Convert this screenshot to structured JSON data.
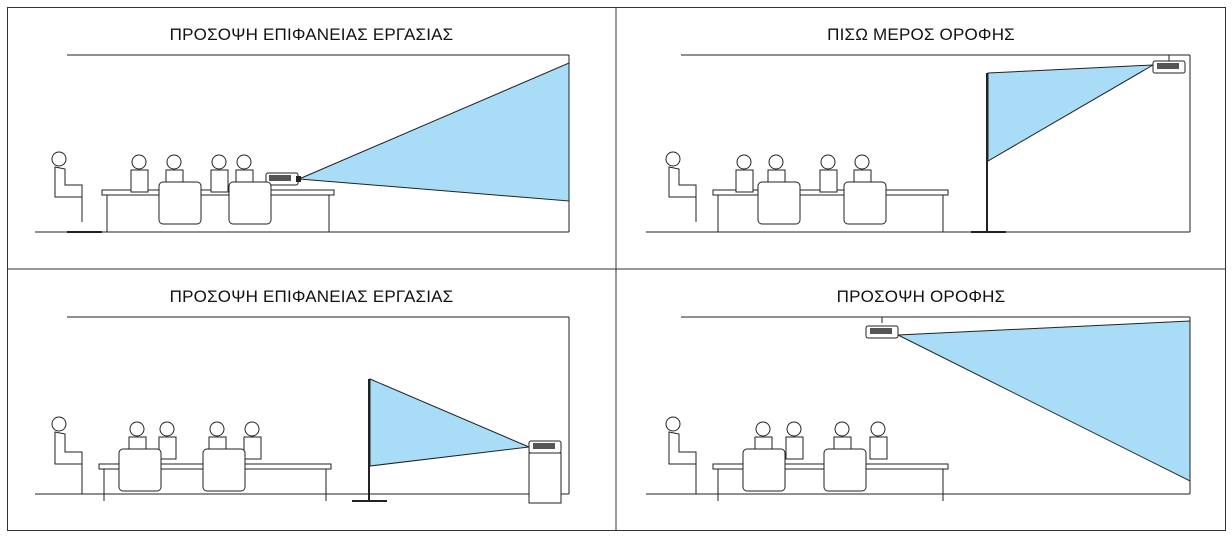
{
  "panels": [
    {
      "title": "ΠΡΟΣΟΨΗ ΕΠΙΦΑΝΕΙΑΣ ΕΡΓΑΣΙΑΣ",
      "setup": "desk front"
    },
    {
      "title": "ΠΙΣΩ ΜΕΡΟΣ ΟΡΟΦΗΣ",
      "setup": "ceiling rear"
    },
    {
      "title": "ΠΡΟΣΟΨΗ ΕΠΙΦΑΝΕΙΑΣ ΕΡΓΑΣΙΑΣ",
      "setup": "desk rear"
    },
    {
      "title": "ΠΡΟΣΟΨΗ ΟΡΟΦΗΣ",
      "setup": "ceiling front"
    }
  ],
  "colors": {
    "beam": "#a9dcf7",
    "line": "#222222",
    "border": "#333333"
  },
  "icons": [
    "projector-icon",
    "person-icon",
    "chair-icon",
    "table-icon",
    "screen-icon"
  ]
}
